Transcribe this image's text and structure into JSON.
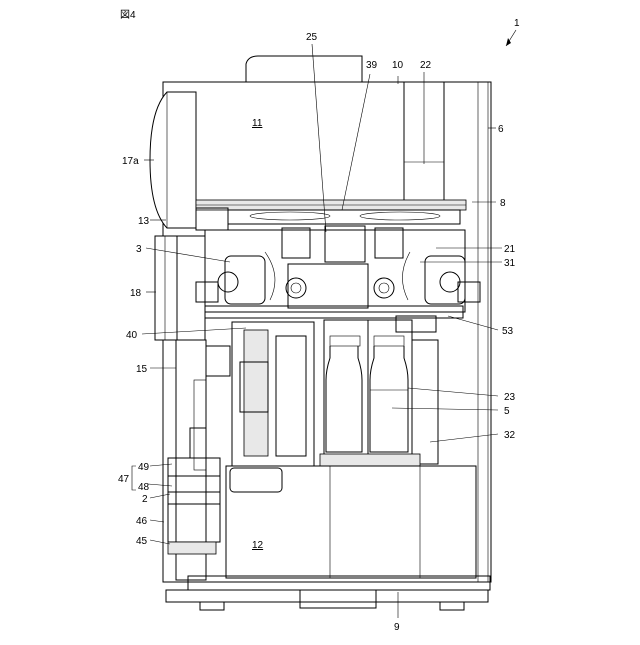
{
  "figure": {
    "label": "図4"
  },
  "labels": {
    "l1": "1",
    "l25": "25",
    "l39": "39",
    "l10": "10",
    "l22": "22",
    "l11": "11",
    "l6": "6",
    "l17a": "17a",
    "l8": "8",
    "l13": "13",
    "l3": "3",
    "l21": "21",
    "l31": "31",
    "l18": "18",
    "l53": "53",
    "l40": "40",
    "l15": "15",
    "l23": "23",
    "l5": "5",
    "l32": "32",
    "l49": "49",
    "l47": "47",
    "l48": "48",
    "l2": "2",
    "l46": "46",
    "l45": "45",
    "l12": "12",
    "l9": "9"
  }
}
